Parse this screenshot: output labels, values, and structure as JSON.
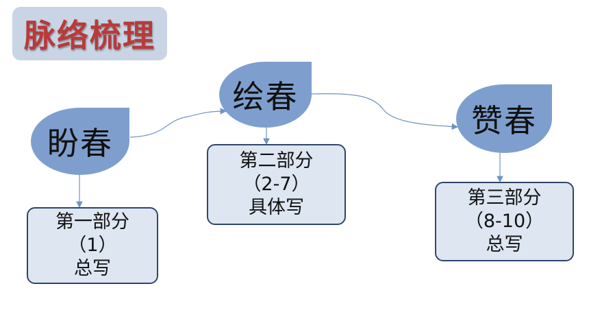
{
  "title": "脉络梳理",
  "nodes": [
    {
      "label": "盼春",
      "part": {
        "name": "第一部分",
        "range": "（1）",
        "desc": "总写"
      }
    },
    {
      "label": "绘春",
      "part": {
        "name": "第二部分",
        "range": "（2-7）",
        "desc": "具体写"
      }
    },
    {
      "label": "赞春",
      "part": {
        "name": "第三部分",
        "range": "（8-10）",
        "desc": "总写"
      }
    }
  ],
  "colors": {
    "drop": "#7e9fce",
    "box_fill": "#dde6f1",
    "box_border": "#2f456a",
    "title_bg": "#c9d5e4",
    "title_text": "#b93a3a",
    "connector": "#6f93c4"
  }
}
